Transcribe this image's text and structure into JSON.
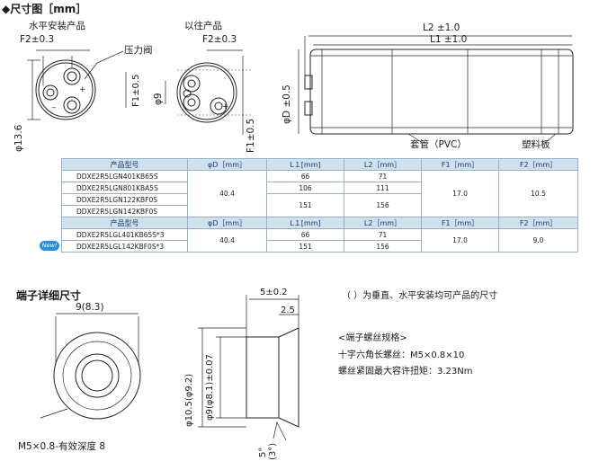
{
  "header": {
    "dimension_title": "◆尺寸图［mm］",
    "label_horizontal": "水平安装产品",
    "label_previous": "以往产品",
    "label_valve": "压力阀",
    "f2_left": "F2±0.3",
    "f2_right": "F2±0.3",
    "f1_small": "F1±0.5",
    "f1_right": "F1±0.5",
    "phi_13_6": "φ13.6",
    "phi_9": "φ9",
    "l2": "L2 ±1.0",
    "l1": "L1 ±1.0",
    "phi_d": "φD ±0.5",
    "sleeve": "套管（PVC）",
    "plastic_plate": "塑料板"
  },
  "spec_table": {
    "headers": [
      "产品型号",
      "φD［mm］",
      "L１[mm]",
      "L2［mm］",
      "F1［mm］",
      "F2［mm］"
    ],
    "group1": {
      "models": [
        "DDXE2R5LGN401KB65S",
        "DDXE2R5LGN801KBA5S",
        "DDXE2R5LGN122KBF0S",
        "DDXE2R5LGN142KBF0S"
      ],
      "d": "40.4",
      "l1": [
        "66",
        "106",
        "151"
      ],
      "l2": [
        "71",
        "111",
        "156"
      ],
      "f1": "17.0",
      "f2": "10.5"
    },
    "new_badge": "New!",
    "group2": {
      "models": [
        "DDXE2R5LGL401KB65S*3",
        "DDXE2R5LGL142KBF0S*3"
      ],
      "d": "40.4",
      "l1": [
        "66",
        "151"
      ],
      "l2": [
        "71",
        "156"
      ],
      "f1": "17.0",
      "f2": "9.0"
    }
  },
  "terminal": {
    "title": "端子详细尺寸",
    "width": "9(8.3)",
    "thread": "M5×0.8-有效深度 8",
    "len5": "5±0.2",
    "len2_5": "2.5",
    "d10_5": "φ10.5(φ9.2)",
    "d9": "φ9(φ8.1)±0.07",
    "angle": "5°",
    "angle_alt": "(3°)",
    "note_paren": "（  ）为垂直、水平安装均可产品的尺寸",
    "spec_title": "<端子螺丝规格>",
    "screw": "十字六角长螺丝：M5×0.8×10",
    "torque": "螺丝紧固最大容许扭矩：3.23Nm"
  }
}
